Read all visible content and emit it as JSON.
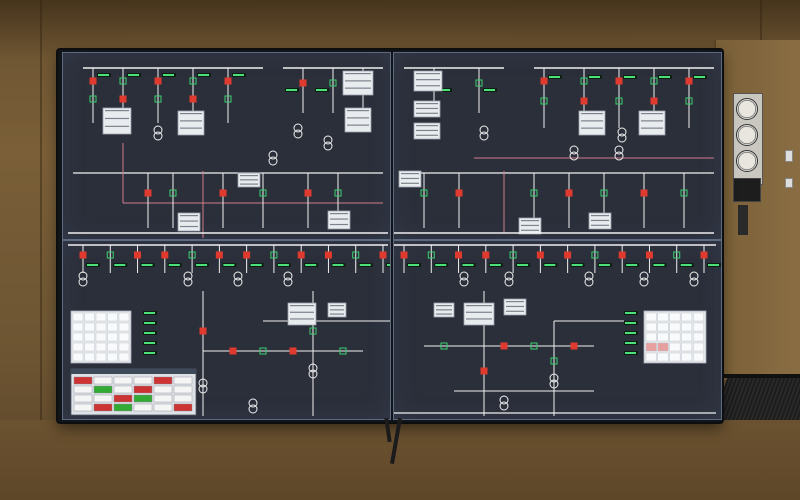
{
  "scene": {
    "description_tags": [
      "control-room",
      "videowall",
      "single-line-diagram"
    ],
    "wall_color": "#705634",
    "screen_background": "#2b2f3a",
    "line_color": "#f0f0f0",
    "feeder_line_color": "#d27b8a"
  },
  "videowall": {
    "screens": [
      {
        "id": "top-left"
      },
      {
        "id": "top-right"
      },
      {
        "id": "bottom-left"
      },
      {
        "id": "bottom-right"
      }
    ]
  },
  "status_colors": {
    "breaker_closed": "#e03a2f",
    "breaker_open": "#3bd16f",
    "value_text": "#4be07a"
  }
}
